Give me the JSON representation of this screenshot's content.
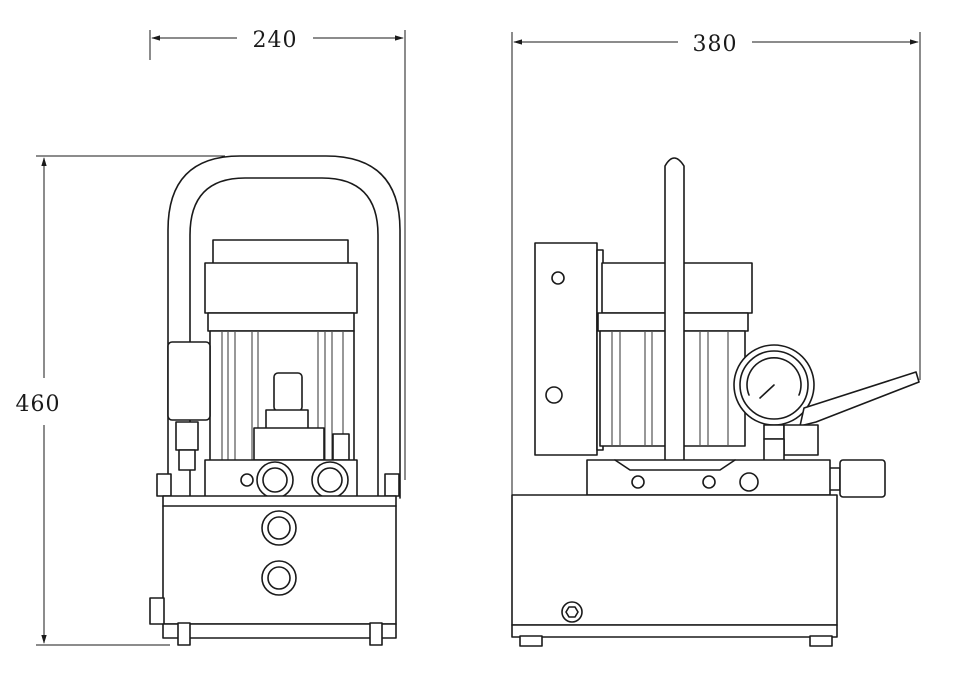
{
  "dimensions": {
    "front_width": "240",
    "side_width": "380",
    "height": "460"
  },
  "views": [
    "front-view",
    "side-view"
  ],
  "colors": {
    "line": "#1a1a1a",
    "background": "#ffffff"
  }
}
